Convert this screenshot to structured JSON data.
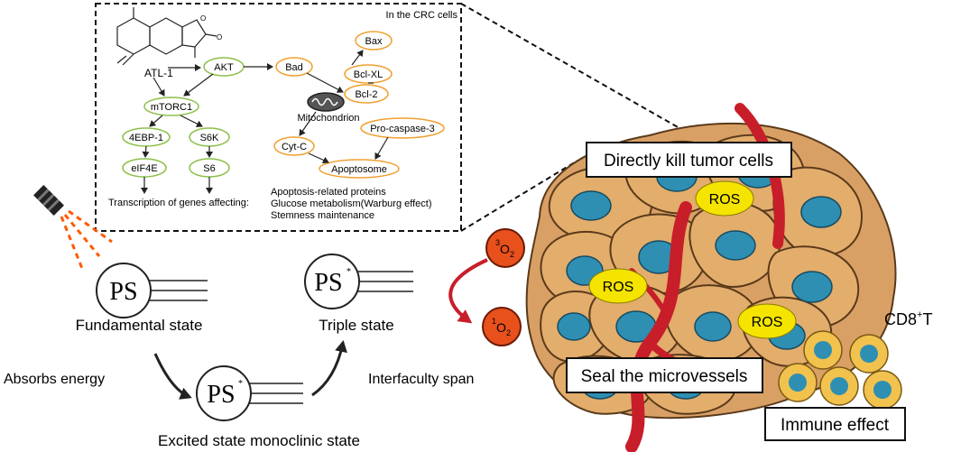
{
  "inset": {
    "title": "In the CRC cells",
    "compound": "ATL-1",
    "nodes": {
      "akt": "AKT",
      "bad": "Bad",
      "bax": "Bax",
      "bclxl": "Bcl-XL",
      "bcl2": "Bcl-2",
      "mtorc1": "mTORC1",
      "mito": "Mitochondrion",
      "ebp": "4EBP-1",
      "s6k": "S6K",
      "eif4e": "eIF4E",
      "s6": "S6",
      "cytc": "Cyt-C",
      "procasp": "Pro-caspase-3",
      "apoptosome": "Apoptosome"
    },
    "transcription": "Transcription of genes affecting:",
    "effects": [
      "Apoptosis-related proteins",
      "Glucose metabolism(Warburg effect)",
      "Stemness maintenance"
    ]
  },
  "pdt": {
    "ps": "PS",
    "fundamental": "Fundamental state",
    "absorbs": "Absorbs energy",
    "excited": "Excited state monoclinic state",
    "triple": "Triple state",
    "interfaculty": "Interfaculty span",
    "o3_num": "3",
    "o1_num": "1",
    "o_letter": "O",
    "o_sub": "2"
  },
  "tumor": {
    "kill": "Directly kill tumor cells",
    "seal": "Seal the microvessels",
    "ros": "ROS",
    "immune": "Immune effect",
    "cd8": "CD8",
    "cd8_sup": "+",
    "cd8_t": "T"
  },
  "colors": {
    "green": "#8cc04a",
    "orange": "#f0a030",
    "red_text": "#d42020",
    "cell": "#e3ad6c",
    "cell_edge": "#5a3a1a",
    "nucleus": "#2e8fb3",
    "vessel": "#c81e2a",
    "ros": "#f4e400",
    "oxygen": "#e8501c",
    "laser": "#ff5a00"
  }
}
